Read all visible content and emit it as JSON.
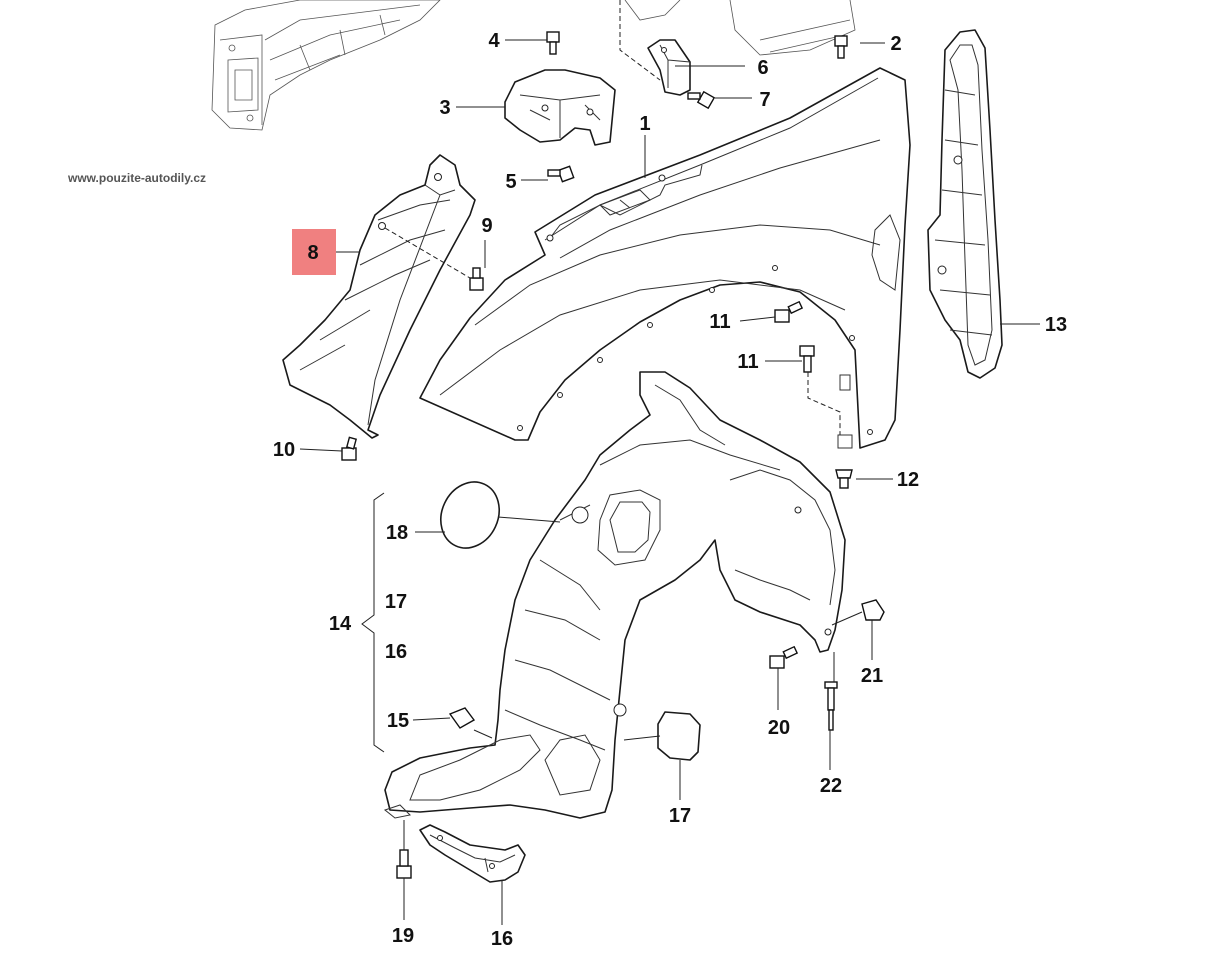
{
  "watermark": "www.pouzite-autodily.cz",
  "highlight_color": "#f08080",
  "callouts": {
    "c1": "1",
    "c2": "2",
    "c3": "3",
    "c4": "4",
    "c5": "5",
    "c6": "6",
    "c7": "7",
    "c8": "8",
    "c9": "9",
    "c10": "10",
    "c11a": "11",
    "c11b": "11",
    "c12": "12",
    "c13": "13",
    "c14": "14",
    "c15": "15",
    "c16a": "16",
    "c16b": "16",
    "c17a": "17",
    "c17b": "17",
    "c18": "18",
    "c19": "19",
    "c20": "20",
    "c21": "21",
    "c22": "22"
  },
  "highlighted_callout": "8"
}
